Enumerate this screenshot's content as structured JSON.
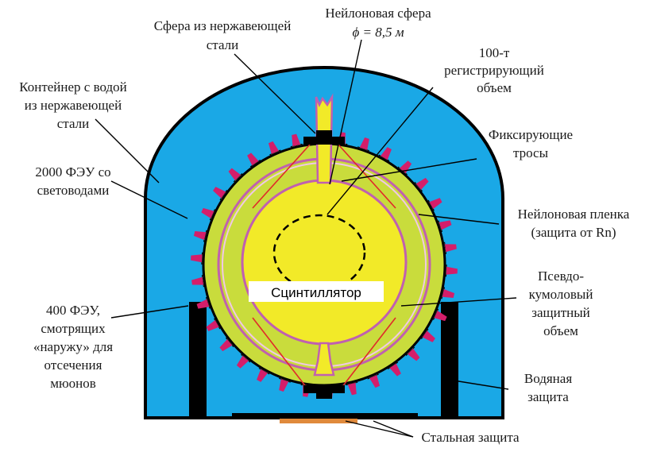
{
  "labels": {
    "steel_sphere": [
      "Сфера из нержавеющей",
      "стали"
    ],
    "nylon_sphere": [
      "Нейлоновая сфера",
      "ϕ = 8,5 м"
    ],
    "volume_100t": [
      "100-т",
      "регистрирующий",
      "объем"
    ],
    "water_tank": [
      "Контейнер с водой",
      "из нержавеющей",
      "стали"
    ],
    "fix_ropes": [
      "Фиксирующие",
      "тросы"
    ],
    "pmt_2000": [
      "2000 ФЭУ со",
      "световодами"
    ],
    "nylon_film": [
      "Нейлоновая пленка",
      "(защита от Rn)"
    ],
    "scintillator": "Сцинтиллятор",
    "pseudocumene": [
      "Псевдо-",
      "кумоловый",
      "защитный",
      "объем"
    ],
    "pmt_400": [
      "400 ФЭУ,",
      "смотрящих",
      "«наружу» для",
      "отсечения",
      "мюонов"
    ],
    "water_shield": [
      "Водяная",
      "защита"
    ],
    "steel_shield": "Стальная защита"
  },
  "colors": {
    "water": "#1aa8e6",
    "buffer": "#c9dc3c",
    "scintillator": "#f2ea28",
    "nylon": "#c060b0",
    "pmt": "#d41e6a",
    "steel_plate": "#e08a3c",
    "ropes": "#e02a2a",
    "outline": "#000000"
  }
}
